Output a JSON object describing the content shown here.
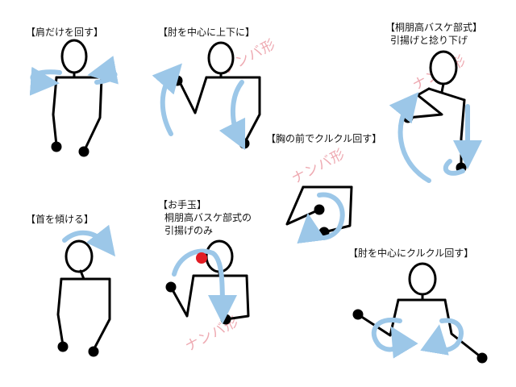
{
  "captions": {
    "shoulder_roll": "【肩だけを回す】",
    "elbow_updown": "【肘を中心に上下に】",
    "toin_lift_lower_line1": "【桐朋高バスケ部式】",
    "toin_lift_lower_line2": "引揚げと捻り下げ",
    "chest_circle": "【胸の前でクルクル回す】",
    "neck_tilt": "【首を傾ける】",
    "otedama_line1": "【お手玉】",
    "otedama_line2": "桐朋高バスケ部式の",
    "otedama_line3": "引揚げのみ",
    "elbow_circle": "【肘を中心にクルクル回す】"
  },
  "watermark": "ナンバ形",
  "colors": {
    "figure": "#000000",
    "arrow": "#9cc7e8",
    "watermark": "#eea9b1",
    "ball": "#e21c24"
  }
}
